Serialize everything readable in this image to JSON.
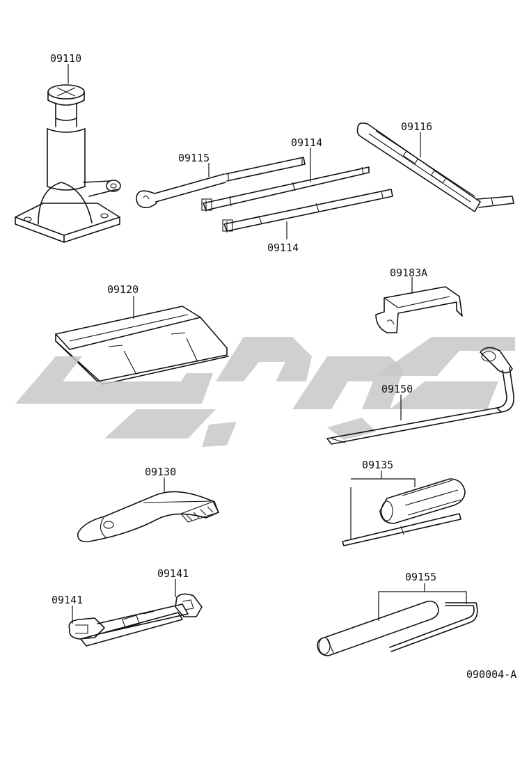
{
  "parts": {
    "jack": "09110",
    "handle_c": "09115",
    "handle_rod_top": "09114",
    "handle_rod_bottom": "09114",
    "crank": "09116",
    "tool_bag": "09120",
    "hook": "09183A",
    "wheel_wrench": "09150",
    "pliers": "09130",
    "screwdriver": "09135",
    "wrench_left": "09141",
    "wrench_right": "09141",
    "plug_wrench": "09155"
  },
  "diagram_code": "090004-A",
  "watermark": {
    "label": "watermark-logo",
    "color": "#c8c8c8"
  }
}
